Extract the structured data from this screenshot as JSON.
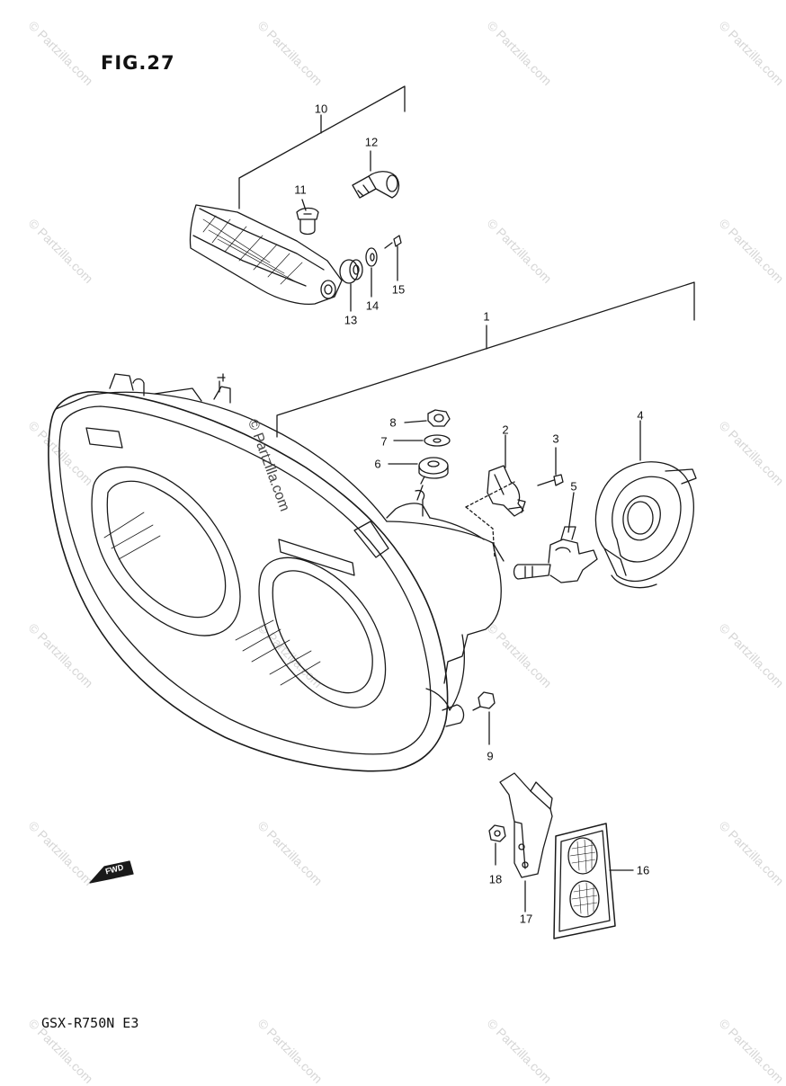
{
  "figure": {
    "title": "FIG.27",
    "model": "GSX-R750N E3"
  },
  "watermark": {
    "text": "© Partzilla.com"
  },
  "fwd_label": "FWD",
  "callouts": [
    {
      "id": "1",
      "label": "1"
    },
    {
      "id": "2",
      "label": "2"
    },
    {
      "id": "3",
      "label": "3"
    },
    {
      "id": "4",
      "label": "4"
    },
    {
      "id": "5",
      "label": "5"
    },
    {
      "id": "6",
      "label": "6"
    },
    {
      "id": "7",
      "label": "7"
    },
    {
      "id": "8",
      "label": "8"
    },
    {
      "id": "9",
      "label": "9"
    },
    {
      "id": "10",
      "label": "10"
    },
    {
      "id": "11",
      "label": "11"
    },
    {
      "id": "12",
      "label": "12"
    },
    {
      "id": "13",
      "label": "13"
    },
    {
      "id": "14",
      "label": "14"
    },
    {
      "id": "15",
      "label": "15"
    },
    {
      "id": "16",
      "label": "16"
    },
    {
      "id": "17",
      "label": "17"
    },
    {
      "id": "18",
      "label": "18"
    }
  ]
}
